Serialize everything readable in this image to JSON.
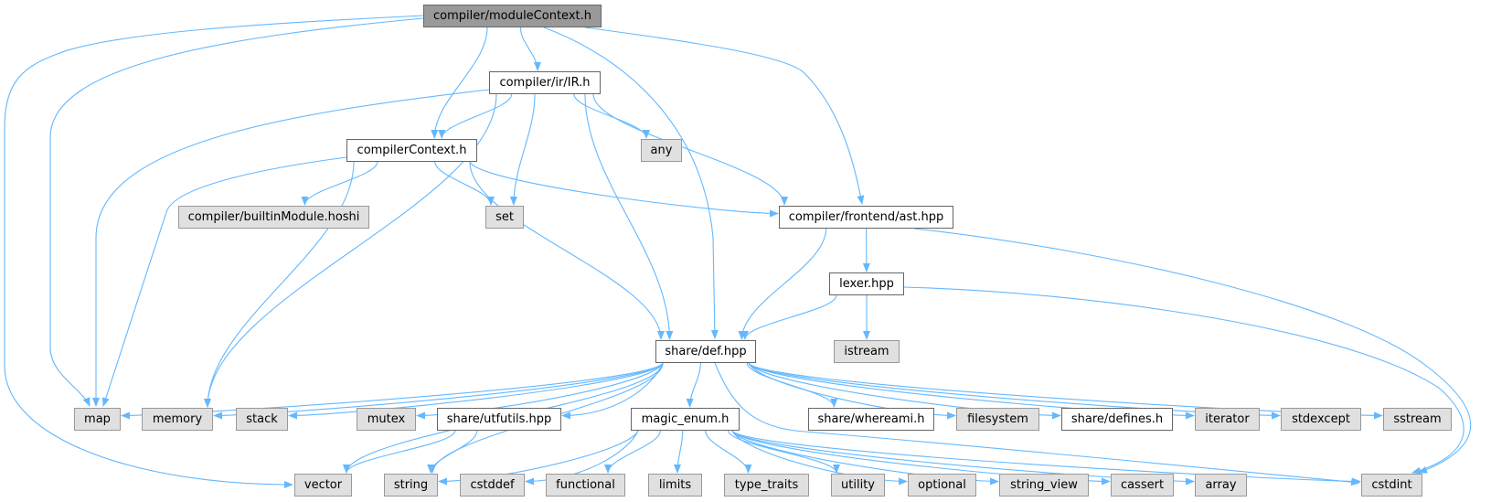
{
  "nodes": [
    {
      "id": "mc",
      "label": "compiler/moduleContext.h",
      "kind": "focus"
    },
    {
      "id": "ir",
      "label": "compiler/ir/IR.h",
      "kind": "file"
    },
    {
      "id": "cc",
      "label": "compilerContext.h",
      "kind": "file"
    },
    {
      "id": "any",
      "label": "any",
      "kind": "system"
    },
    {
      "id": "bm",
      "label": "compiler/builtinModule.hoshi",
      "kind": "system"
    },
    {
      "id": "set",
      "label": "set",
      "kind": "system"
    },
    {
      "id": "ast",
      "label": "compiler/frontend/ast.hpp",
      "kind": "file"
    },
    {
      "id": "lex",
      "label": "lexer.hpp",
      "kind": "file"
    },
    {
      "id": "ist",
      "label": "istream",
      "kind": "system"
    },
    {
      "id": "def",
      "label": "share/def.hpp",
      "kind": "file"
    },
    {
      "id": "map",
      "label": "map",
      "kind": "system"
    },
    {
      "id": "mem",
      "label": "memory",
      "kind": "system"
    },
    {
      "id": "stack",
      "label": "stack",
      "kind": "system"
    },
    {
      "id": "mutex",
      "label": "mutex",
      "kind": "system"
    },
    {
      "id": "utf",
      "label": "share/utfutils.hpp",
      "kind": "file"
    },
    {
      "id": "me",
      "label": "magic_enum.h",
      "kind": "file"
    },
    {
      "id": "wai",
      "label": "share/whereami.h",
      "kind": "file"
    },
    {
      "id": "fs",
      "label": "filesystem",
      "kind": "system"
    },
    {
      "id": "dfn",
      "label": "share/defines.h",
      "kind": "file"
    },
    {
      "id": "it",
      "label": "iterator",
      "kind": "system"
    },
    {
      "id": "se",
      "label": "stdexcept",
      "kind": "system"
    },
    {
      "id": "ss",
      "label": "sstream",
      "kind": "system"
    },
    {
      "id": "vec",
      "label": "vector",
      "kind": "system"
    },
    {
      "id": "str",
      "label": "string",
      "kind": "system"
    },
    {
      "id": "cdf",
      "label": "cstddef",
      "kind": "system"
    },
    {
      "id": "fn",
      "label": "functional",
      "kind": "system"
    },
    {
      "id": "lim",
      "label": "limits",
      "kind": "system"
    },
    {
      "id": "tt",
      "label": "type_traits",
      "kind": "system"
    },
    {
      "id": "ut",
      "label": "utility",
      "kind": "system"
    },
    {
      "id": "opt",
      "label": "optional",
      "kind": "system"
    },
    {
      "id": "sv",
      "label": "string_view",
      "kind": "system"
    },
    {
      "id": "ca",
      "label": "cassert",
      "kind": "system"
    },
    {
      "id": "arr",
      "label": "array",
      "kind": "system"
    },
    {
      "id": "ci",
      "label": "cstdint",
      "kind": "system"
    }
  ],
  "edges": [
    [
      "mc",
      "map"
    ],
    [
      "mc",
      "vec"
    ],
    [
      "mc",
      "cc"
    ],
    [
      "mc",
      "ir"
    ],
    [
      "mc",
      "def"
    ],
    [
      "mc",
      "ast"
    ],
    [
      "ir",
      "map"
    ],
    [
      "ir",
      "cc"
    ],
    [
      "ir",
      "set"
    ],
    [
      "ir",
      "mem"
    ],
    [
      "ir",
      "def"
    ],
    [
      "ir",
      "any"
    ],
    [
      "ir",
      "ast"
    ],
    [
      "cc",
      "map"
    ],
    [
      "cc",
      "bm"
    ],
    [
      "cc",
      "set"
    ],
    [
      "cc",
      "mem"
    ],
    [
      "cc",
      "def"
    ],
    [
      "cc",
      "ast"
    ],
    [
      "ast",
      "def"
    ],
    [
      "ast",
      "lex"
    ],
    [
      "ast",
      "ci"
    ],
    [
      "lex",
      "def"
    ],
    [
      "lex",
      "ist"
    ],
    [
      "lex",
      "ci"
    ],
    [
      "def",
      "map"
    ],
    [
      "def",
      "mem"
    ],
    [
      "def",
      "stack"
    ],
    [
      "def",
      "vec"
    ],
    [
      "def",
      "mutex"
    ],
    [
      "def",
      "utf"
    ],
    [
      "def",
      "str"
    ],
    [
      "def",
      "me"
    ],
    [
      "def",
      "wai"
    ],
    [
      "def",
      "fs"
    ],
    [
      "def",
      "dfn"
    ],
    [
      "def",
      "it"
    ],
    [
      "def",
      "se"
    ],
    [
      "def",
      "ss"
    ],
    [
      "def",
      "ci"
    ],
    [
      "utf",
      "vec"
    ],
    [
      "utf",
      "str"
    ],
    [
      "me",
      "str"
    ],
    [
      "me",
      "cdf"
    ],
    [
      "me",
      "fn"
    ],
    [
      "me",
      "lim"
    ],
    [
      "me",
      "tt"
    ],
    [
      "me",
      "ut"
    ],
    [
      "me",
      "opt"
    ],
    [
      "me",
      "sv"
    ],
    [
      "me",
      "ca"
    ],
    [
      "me",
      "arr"
    ],
    [
      "me",
      "ci"
    ]
  ],
  "colors": {
    "edge": "#63b8ff",
    "border": "#666666",
    "system_fill": "#e0e0e0",
    "focus_fill": "#999999"
  }
}
